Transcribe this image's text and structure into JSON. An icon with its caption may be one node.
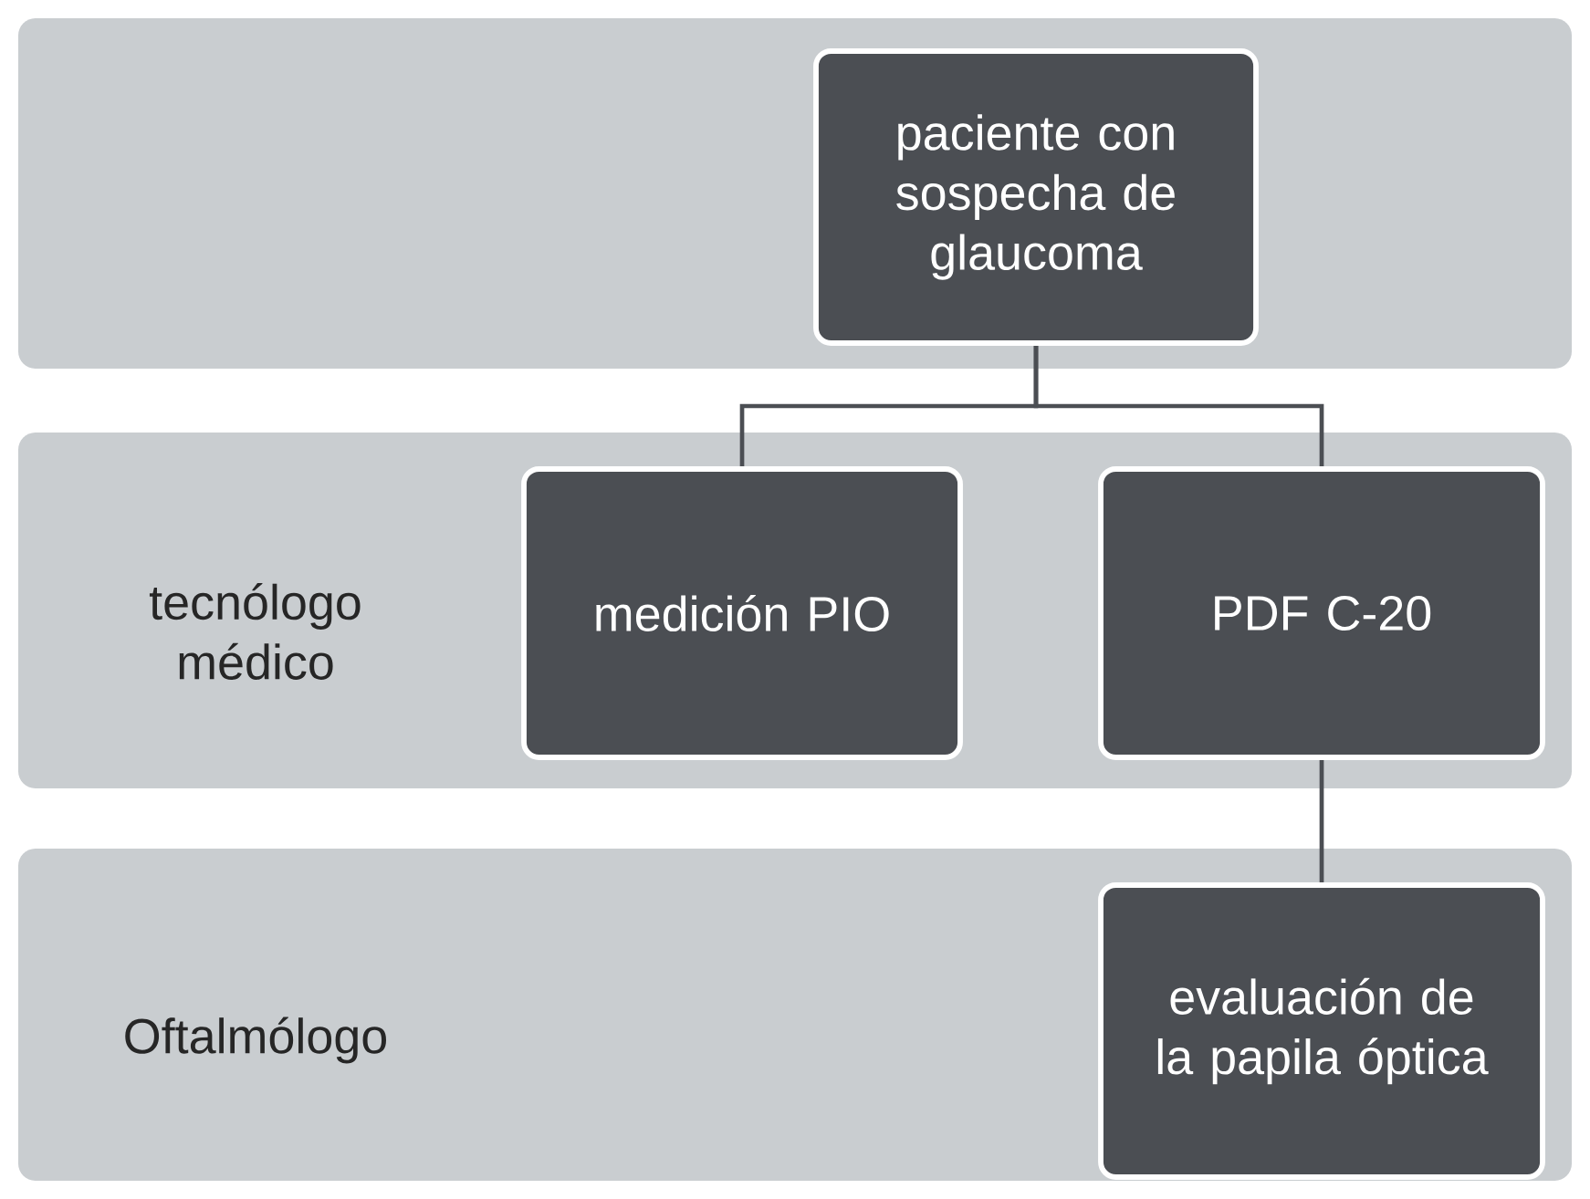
{
  "diagram": {
    "nodes": [
      {
        "text": [],
        "shape": "box"
      },
      {
        "text": [
          "paciente con sospecha de glaucoma"
        ],
        "in": 0
      },
      {
        "text": [
          "tecnólogo médico"
        ]
      },
      {
        "text": [
          "medición PIO"
        ],
        "in": 2
      },
      {
        "text": [
          "PDF C-20"
        ],
        "in": 2
      },
      {
        "text": [
          "Oftalmólogo"
        ]
      },
      {
        "text": [
          "evaluación de la papila óptica"
        ],
        "in": 5
      }
    ],
    "edges": [
      {
        "from": 1,
        "to": 3,
        "arrow": "none"
      },
      {
        "from": 1,
        "to": 4,
        "arrow": "none"
      },
      {
        "from": 4,
        "to": 6,
        "arrow": "none"
      }
    ]
  }
}
